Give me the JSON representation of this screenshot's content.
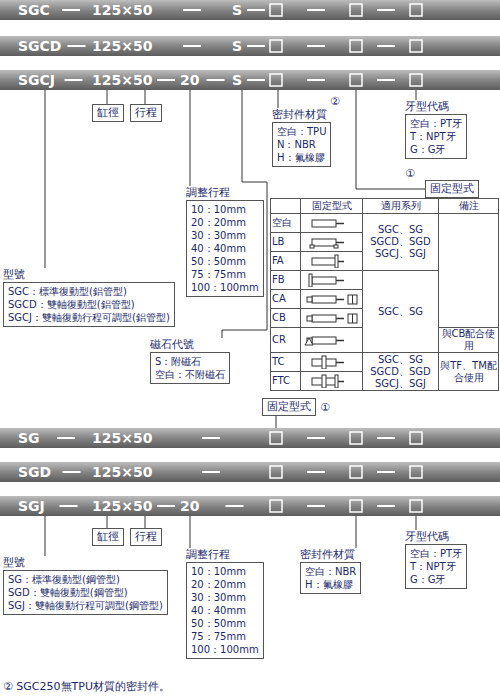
{
  "diagram": {
    "nodes": [
      {
        "text": [
          "SGC",
          "125×50",
          "S"
        ]
      },
      {
        "text": [
          "SGCD",
          "125×50",
          "S"
        ]
      },
      {
        "text": [
          "SGCJ",
          "125×50",
          "20",
          "S"
        ]
      },
      {
        "text": [
          "缸徑"
        ]
      },
      {
        "text": [
          "行程"
        ]
      },
      {
        "text": [
          "密封件材質",
          "空白：TPU",
          "N：NBR",
          "H：氟橡膠"
        ]
      },
      {
        "text": [
          "牙型代碼",
          "空白：PT牙",
          "T：NPT牙",
          "G：G牙"
        ]
      },
      {
        "text": [
          "固定型式"
        ]
      },
      {
        "text": [
          "調整行程",
          "10：10mm",
          "20：20mm",
          "30：30mm",
          "40：40mm",
          "50：50mm",
          "75：75mm",
          "100：100mm"
        ]
      },
      {
        "text": [
          "型號",
          "SGC：標準復動型(鋁管型)",
          "SGCD：雙軸復動型(鋁管型)",
          "SGCJ：雙軸復動行程可調型(鋁管型)"
        ]
      },
      {
        "text": [
          "磁石代號",
          "S：附磁石",
          "空白：不附磁石"
        ]
      },
      {
        "text": [
          "固定型式"
        ]
      },
      {
        "text": [
          "SG",
          "125×50"
        ]
      },
      {
        "text": [
          "SGD",
          "125×50"
        ]
      },
      {
        "text": [
          "SGJ",
          "125×50",
          "20"
        ]
      },
      {
        "text": [
          "缸徑"
        ]
      },
      {
        "text": [
          "行程"
        ]
      },
      {
        "text": [
          "型號",
          "SG：標準復動型(鋼管型)",
          "SGD：雙軸復動型(鋼管型)",
          "SGJ：雙軸復動行程可調型(鋼管型)"
        ]
      },
      {
        "text": [
          "調整行程",
          "10：10mm",
          "20：20mm",
          "30：30mm",
          "40：40mm",
          "50：50mm",
          "75：75mm",
          "100：100mm"
        ]
      },
      {
        "text": [
          "密封件材質",
          "空白：NBR",
          "H：氟橡膠"
        ]
      },
      {
        "text": [
          "牙型代碼",
          "空白：PT牙",
          "T：NPT牙",
          "G：G牙"
        ]
      }
    ],
    "edges": [
      {
        "from": 2,
        "to": 3,
        "arrow": "none"
      },
      {
        "from": 2,
        "to": 4,
        "arrow": "none"
      },
      {
        "from": 2,
        "to": 9,
        "arrow": "none"
      },
      {
        "from": 2,
        "to": 8,
        "arrow": "none"
      },
      {
        "from": 2,
        "to": 10,
        "arrow": "none"
      },
      {
        "from": 2,
        "to": 5,
        "arrow": "none"
      },
      {
        "from": 2,
        "to": 7,
        "arrow": "none"
      },
      {
        "from": 2,
        "to": 6,
        "arrow": "none"
      },
      {
        "from": 12,
        "to": 11,
        "arrow": "none"
      },
      {
        "from": 14,
        "to": 15,
        "arrow": "none"
      },
      {
        "from": 14,
        "to": 16,
        "arrow": "none"
      },
      {
        "from": 14,
        "to": 17,
        "arrow": "none"
      },
      {
        "from": 14,
        "to": 18,
        "arrow": "none"
      },
      {
        "from": 14,
        "to": 19,
        "arrow": "none"
      },
      {
        "from": 14,
        "to": 20,
        "arrow": "none"
      }
    ],
    "labels": [
      "②",
      "①",
      "固定型式",
      "適用系列",
      "備注",
      "空白",
      "LB",
      "FA",
      "FB",
      "CA",
      "CB",
      "CR",
      "TC",
      "FTC",
      "SGC、SG SGCD、SGD SGCJ、SGJ",
      "SGC、SG",
      "與CB配合使用",
      "SGC、SG SGCD、SGD SGCJ、SGJ",
      "與TF、TM配合使用",
      "①",
      "② SGC250無TPU材質的密封件。"
    ]
  }
}
